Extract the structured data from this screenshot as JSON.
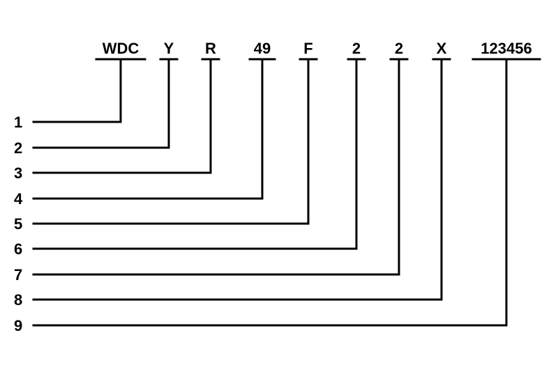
{
  "segments": [
    {
      "code": "WDC"
    },
    {
      "code": "Y"
    },
    {
      "code": "R"
    },
    {
      "code": "49"
    },
    {
      "code": "F"
    },
    {
      "code": "2"
    },
    {
      "code": "2"
    },
    {
      "code": "X"
    },
    {
      "code": "123456"
    }
  ],
  "rows": [
    "1",
    "2",
    "3",
    "4",
    "5",
    "6",
    "7",
    "8",
    "9"
  ]
}
